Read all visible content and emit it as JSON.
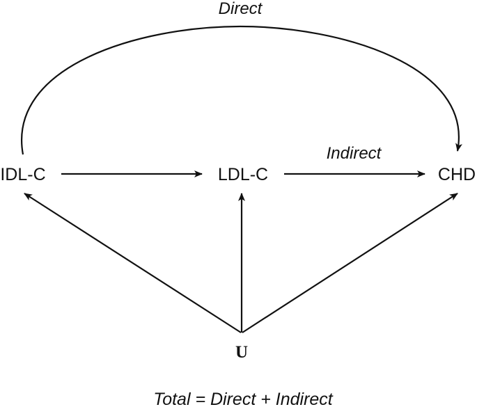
{
  "nodes": {
    "idl": "IDL-C",
    "ldl": "LDL-C",
    "chd": "CHD",
    "u": "U"
  },
  "edge_labels": {
    "direct": "Direct",
    "indirect": "Indirect"
  },
  "caption": "Total = Direct + Indirect",
  "colors": {
    "ink": "#111111",
    "background": "#ffffff"
  }
}
